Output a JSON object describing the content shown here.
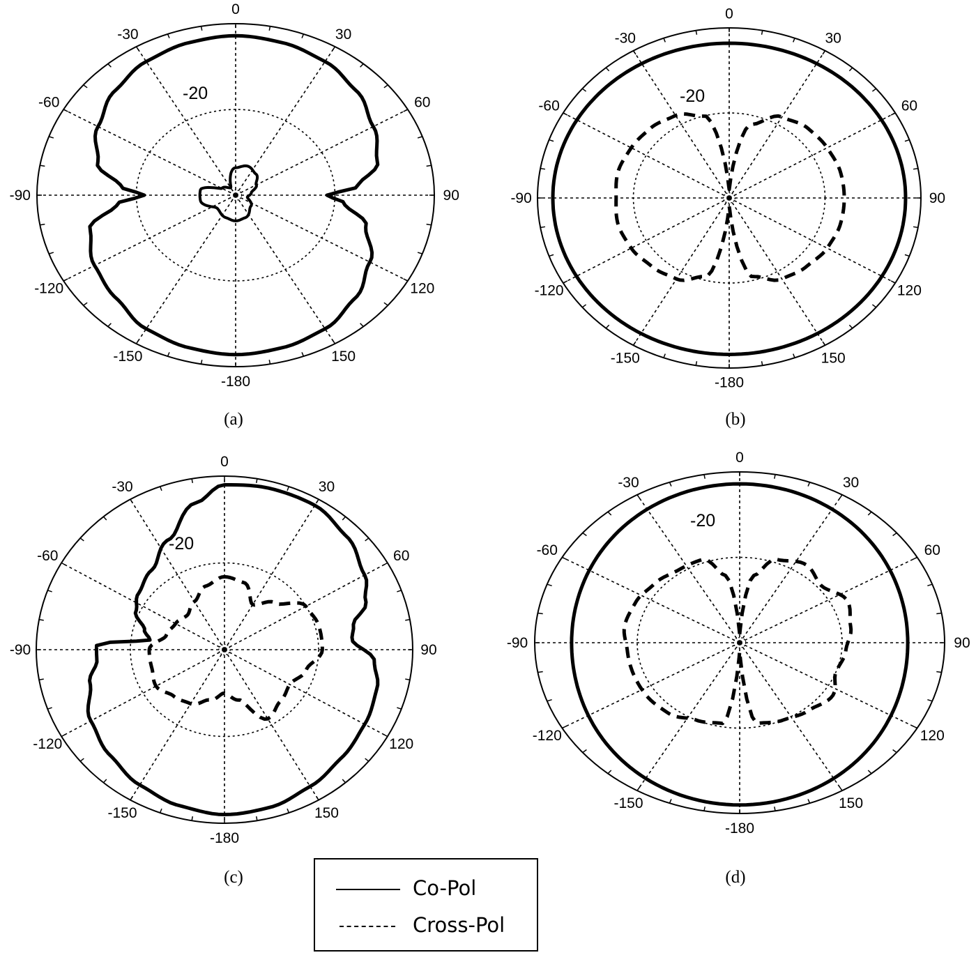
{
  "figure": {
    "captions": [
      "(a)",
      "(b)",
      "(c)",
      "(d)"
    ],
    "legend": {
      "co_pol_label": "Co-Pol",
      "cross_pol_label": "Cross-Pol"
    }
  },
  "chart_data": [
    {
      "type": "polar-line",
      "panel": "(a)",
      "angle_ticks": [
        "0",
        "30",
        "60",
        "90",
        "120",
        "150",
        "-180",
        "-150",
        "-120",
        "-90",
        "-60",
        "-30"
      ],
      "radial_label": "-20",
      "series": [
        {
          "name": "Co-Pol",
          "style": "solid",
          "angles": [
            0,
            15,
            30,
            45,
            60,
            75,
            85,
            90,
            95,
            105,
            120,
            135,
            150,
            165,
            180,
            195,
            210,
            225,
            240,
            255,
            265,
            270,
            275,
            285,
            300,
            315,
            330,
            345,
            360
          ],
          "r": [
            0.93,
            0.92,
            0.9,
            0.86,
            0.8,
            0.74,
            0.62,
            0.46,
            0.55,
            0.68,
            0.78,
            0.85,
            0.9,
            0.92,
            0.93,
            0.92,
            0.9,
            0.85,
            0.82,
            0.76,
            0.6,
            0.46,
            0.58,
            0.72,
            0.8,
            0.86,
            0.9,
            0.92,
            0.93
          ]
        },
        {
          "name": "Cross-Pol",
          "style": "solid-small",
          "angles": [
            0,
            20,
            40,
            60,
            80,
            100,
            130,
            160,
            180,
            200,
            230,
            260,
            280,
            300,
            330,
            360
          ],
          "r": [
            0.16,
            0.18,
            0.16,
            0.12,
            0.08,
            0.06,
            0.1,
            0.14,
            0.15,
            0.14,
            0.12,
            0.18,
            0.18,
            0.08,
            0.05,
            0.16
          ]
        }
      ]
    },
    {
      "type": "polar-line",
      "panel": "(b)",
      "angle_ticks": [
        "0",
        "30",
        "60",
        "90",
        "120",
        "150",
        "-180",
        "-150",
        "-120",
        "-90",
        "-60",
        "-30"
      ],
      "radial_label": "-20",
      "series": [
        {
          "name": "Co-Pol",
          "style": "solid",
          "angles": [
            0,
            90,
            180,
            270,
            360
          ],
          "r": [
            0.91,
            0.92,
            0.92,
            0.92,
            0.91
          ]
        },
        {
          "name": "Cross-Pol",
          "style": "dashed",
          "angles": [
            0,
            15,
            30,
            45,
            60,
            75,
            90,
            105,
            120,
            135,
            150,
            165,
            180,
            195,
            210,
            225,
            240,
            255,
            270,
            285,
            300,
            315,
            330,
            345,
            360
          ],
          "r": [
            0.05,
            0.45,
            0.55,
            0.58,
            0.59,
            0.6,
            0.6,
            0.6,
            0.59,
            0.57,
            0.55,
            0.48,
            0.05,
            0.48,
            0.55,
            0.57,
            0.59,
            0.6,
            0.59,
            0.6,
            0.59,
            0.58,
            0.56,
            0.5,
            0.05
          ]
        }
      ]
    },
    {
      "type": "polar-line",
      "panel": "(c)",
      "angle_ticks": [
        "0",
        "30",
        "60",
        "90",
        "120",
        "150",
        "-180",
        "-150",
        "-120",
        "-90",
        "-60",
        "-30"
      ],
      "radial_label": "-20",
      "series": [
        {
          "name": "Co-Pol",
          "style": "solid",
          "angles": [
            0,
            15,
            30,
            45,
            60,
            70,
            78,
            85,
            95,
            105,
            120,
            135,
            150,
            165,
            180,
            195,
            210,
            225,
            240,
            255,
            265,
            272,
            278,
            285,
            295,
            305,
            320,
            335,
            350,
            360
          ],
          "r": [
            0.95,
            0.96,
            0.96,
            0.92,
            0.86,
            0.8,
            0.7,
            0.68,
            0.8,
            0.84,
            0.86,
            0.88,
            0.91,
            0.94,
            0.95,
            0.93,
            0.9,
            0.86,
            0.82,
            0.74,
            0.68,
            0.68,
            0.4,
            0.44,
            0.52,
            0.56,
            0.6,
            0.7,
            0.86,
            0.95
          ]
        },
        {
          "name": "Cross-Pol",
          "style": "dashed",
          "angles": [
            0,
            15,
            30,
            45,
            60,
            75,
            90,
            105,
            120,
            135,
            150,
            165,
            180,
            195,
            210,
            225,
            240,
            255,
            270,
            285,
            300,
            315,
            330,
            345,
            360
          ],
          "r": [
            0.42,
            0.4,
            0.3,
            0.38,
            0.5,
            0.52,
            0.52,
            0.45,
            0.4,
            0.42,
            0.46,
            0.3,
            0.25,
            0.3,
            0.36,
            0.38,
            0.42,
            0.4,
            0.4,
            0.32,
            0.3,
            0.28,
            0.32,
            0.38,
            0.42
          ]
        }
      ]
    },
    {
      "type": "polar-line",
      "panel": "(d)",
      "angle_ticks": [
        "0",
        "30",
        "60",
        "90",
        "120",
        "150",
        "-180",
        "-150",
        "-120",
        "-90",
        "-60",
        "-30"
      ],
      "radial_label": "-20",
      "series": [
        {
          "name": "Co-Pol",
          "style": "solid",
          "angles": [
            0,
            90,
            180,
            270,
            360
          ],
          "r": [
            0.93,
            0.82,
            0.95,
            0.82,
            0.93
          ]
        },
        {
          "name": "Cross-Pol",
          "style": "dashed",
          "angles": [
            0,
            10,
            20,
            35,
            50,
            65,
            80,
            95,
            110,
            125,
            140,
            155,
            170,
            180,
            190,
            205,
            220,
            235,
            250,
            265,
            280,
            295,
            310,
            325,
            340,
            350,
            360
          ],
          "r": [
            0.05,
            0.4,
            0.52,
            0.56,
            0.52,
            0.58,
            0.55,
            0.52,
            0.5,
            0.55,
            0.52,
            0.5,
            0.48,
            0.05,
            0.48,
            0.5,
            0.54,
            0.55,
            0.55,
            0.55,
            0.57,
            0.56,
            0.54,
            0.52,
            0.52,
            0.4,
            0.05
          ]
        }
      ]
    }
  ]
}
